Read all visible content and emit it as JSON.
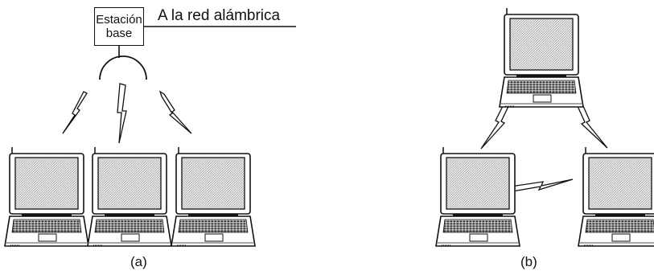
{
  "diagram": {
    "base_station": {
      "line1": "Estación",
      "line2": "base"
    },
    "wired_network_label": "A la red alámbrica",
    "captions": {
      "a": "(a)",
      "b": "(b)"
    },
    "icons": {
      "laptop": "laptop-icon",
      "wireless_link": "lightning-bolt-icon",
      "antenna": "antenna-icon"
    },
    "colors": {
      "ink": "#111111",
      "screen": "#d8d8d8",
      "background": "#ffffff"
    }
  }
}
